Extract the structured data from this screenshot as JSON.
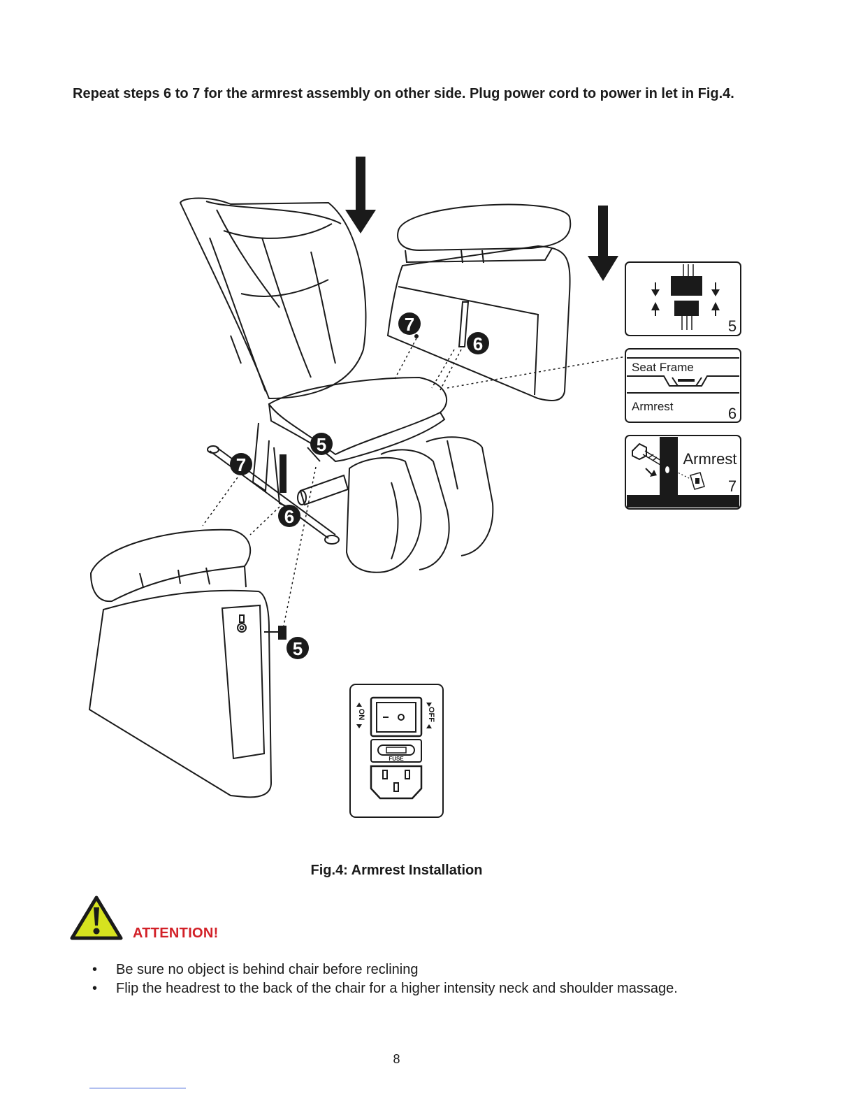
{
  "instructions": "Repeat steps 6 to 7 for the armrest assembly on other side. Plug power cord to power in let in Fig.4.",
  "figure": {
    "caption": "Fig.4:  Armrest Installation",
    "step_markers": [
      "5",
      "6",
      "7"
    ],
    "detail_step5": {
      "step": "5"
    },
    "detail_step6": {
      "top_label": "Seat Frame",
      "bottom_label": "Armrest",
      "step": "6"
    },
    "detail_step7": {
      "label": "Armrest",
      "step": "7"
    },
    "power_panel": {
      "on_label": "ON",
      "off_label": "OFF",
      "switch_symbols": "–  o",
      "fuse_label": "FUSE"
    }
  },
  "attention": {
    "heading": "ATTENTION!",
    "items": [
      "Be sure no object is behind chair before reclining",
      "Flip the headrest to the back of the chair for a higher intensity neck and shoulder massage."
    ]
  },
  "page_number": "8",
  "colors": {
    "attention_red": "#d22027",
    "warning_yellow": "#d6e21f",
    "ink": "#1a1a1a"
  },
  "icons": [
    "warning-triangle-icon",
    "down-arrow-icon",
    "bolt-icon"
  ]
}
